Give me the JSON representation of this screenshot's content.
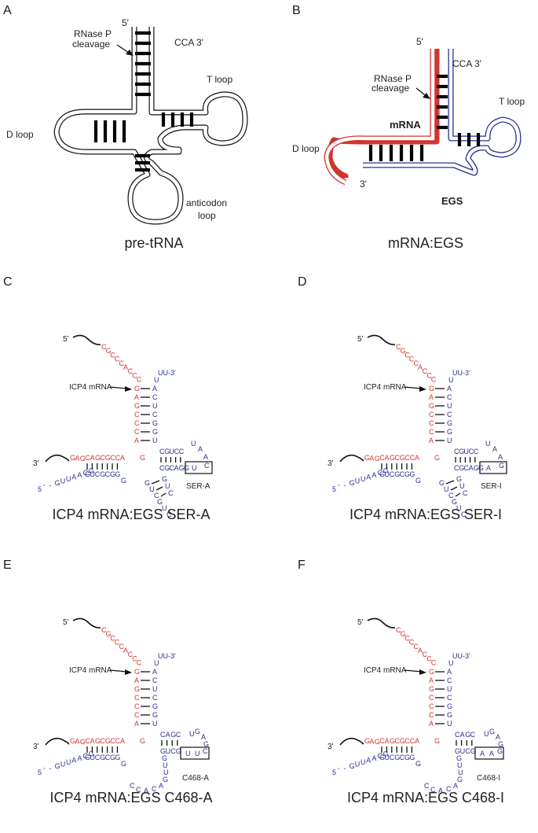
{
  "colors": {
    "mrna": "#d0352f",
    "egs": "#2a2f8f",
    "ink": "#111111"
  },
  "panels": {
    "A": {
      "letter": "A",
      "caption": "pre-tRNA",
      "labels": {
        "five_prime": "5'",
        "cca": "CCA 3'",
        "rnase_line1": "RNase P",
        "rnase_line2": "cleavage",
        "t_loop": "T loop",
        "d_loop": "D loop",
        "anticodon_line1": "anticodon",
        "anticodon_line2": "loop"
      }
    },
    "B": {
      "letter": "B",
      "caption": "mRNA:EGS",
      "labels": {
        "five_prime": "5'",
        "cca": "CCA 3'",
        "rnase_line1": "RNase P",
        "rnase_line2": "cleavage",
        "t_loop": "T loop",
        "d_loop": "D loop",
        "three_prime": "3'",
        "mrna": "mRNA",
        "egs": "EGS"
      }
    },
    "C": {
      "letter": "C",
      "caption": "ICP4 mRNA:EGS SER-A",
      "box_label": "SER-A",
      "mrna_label": "ICP4 mRNA",
      "five_prime": "5'",
      "three_prime": "3'",
      "top_red": "CGCCCACCC",
      "top_blue": "UUU-3'",
      "stem_red": "GAGCCCA",
      "stem_blue": "ACUCGGU",
      "lower_red_tail": "G",
      "arm_red": "GAGCAGCGCCA",
      "arm_blue": "GUCGCGG",
      "arm_blue_5": "5'-GUUAACG",
      "right_top": "CGUCC",
      "right_bottom": "CGCAGG",
      "loop": [
        "U",
        "A",
        "A"
      ],
      "box": [
        "U",
        "C"
      ],
      "bottom_chain": [
        "G",
        "U",
        "C",
        "G",
        "U",
        "C",
        "G",
        "U",
        "C"
      ]
    },
    "D": {
      "letter": "D",
      "caption": "ICP4 mRNA:EGS SER-I",
      "box_label": "SER-I",
      "mrna_label": "ICP4 mRNA",
      "five_prime": "5'",
      "three_prime": "3'",
      "top_red": "CGCCCACCC",
      "top_blue": "UUU-3'",
      "stem_red": "GAGCCCA",
      "stem_blue": "ACUCGGU",
      "lower_red_tail": "G",
      "arm_red": "GAGCAGCGCCA",
      "arm_blue": "GUCGCGG",
      "arm_blue_5": "5'-GUUAACG",
      "right_top": "CGUCC",
      "right_bottom": "CGCAGG",
      "loop": [
        "U",
        "A",
        "A"
      ],
      "box": [
        "A",
        "G"
      ],
      "bottom_chain": [
        "G",
        "U",
        "C",
        "G",
        "U",
        "C",
        "G",
        "U",
        "C"
      ]
    },
    "E": {
      "letter": "E",
      "caption": "ICP4 mRNA:EGS C468-A",
      "box_label": "C468-A",
      "mrna_label": "ICP4 mRNA",
      "five_prime": "5'",
      "three_prime": "3'",
      "top_red": "CGCCCACCC",
      "top_blue": "UUU-3'",
      "stem_red": "GAGCCCA",
      "stem_blue": "ACUCGGU",
      "lower_red_tail": "G",
      "arm_red": "GAGCAGCGCCA",
      "arm_blue": "GUCGCGG",
      "arm_blue_5": "5'-GUUAACG",
      "right_top": "CAGC",
      "right_bottom": "GUCG",
      "loop": [
        "U",
        "G",
        "A",
        "G"
      ],
      "box": [
        "U",
        "U",
        "C"
      ],
      "bottom_chain": [
        "G",
        "U",
        "U",
        "G",
        "A",
        "C",
        "A",
        "C",
        "C"
      ]
    },
    "F": {
      "letter": "F",
      "caption": "ICP4 mRNA:EGS C468-I",
      "box_label": "C468-I",
      "mrna_label": "ICP4 mRNA",
      "five_prime": "5'",
      "three_prime": "3'",
      "top_red": "CGCCCACCC",
      "top_blue": "UUU-3'",
      "stem_red": "GAGCCCA",
      "stem_blue": "ACUCGGU",
      "lower_red_tail": "G",
      "arm_red": "GAGCAGCGCCA",
      "arm_blue": "GUCGCGG",
      "arm_blue_5": "5'-GUUAACG",
      "right_top": "CAGC",
      "right_bottom": "GUCG",
      "loop": [
        "U",
        "G",
        "A",
        "G"
      ],
      "box": [
        "A",
        "A",
        "G"
      ],
      "bottom_chain": [
        "G",
        "U",
        "U",
        "G",
        "A",
        "C",
        "A",
        "C",
        "C"
      ]
    }
  }
}
